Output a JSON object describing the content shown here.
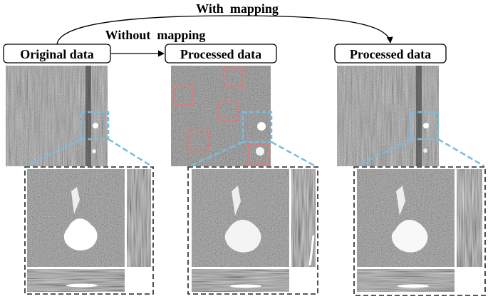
{
  "arrows": {
    "top_label": "With  mapping",
    "middle_label": "Without  mapping"
  },
  "panels": [
    {
      "label": "Original data",
      "kind": "original",
      "red_boxes": false
    },
    {
      "label": "Processed data",
      "kind": "processed-unmapped",
      "red_boxes": true
    },
    {
      "label": "Processed data",
      "kind": "processed-mapped",
      "red_boxes": false
    }
  ],
  "colors": {
    "highlight_box": "#78bde0",
    "artifact_box": "#e07a7a",
    "zoom_frame": "#222222"
  }
}
